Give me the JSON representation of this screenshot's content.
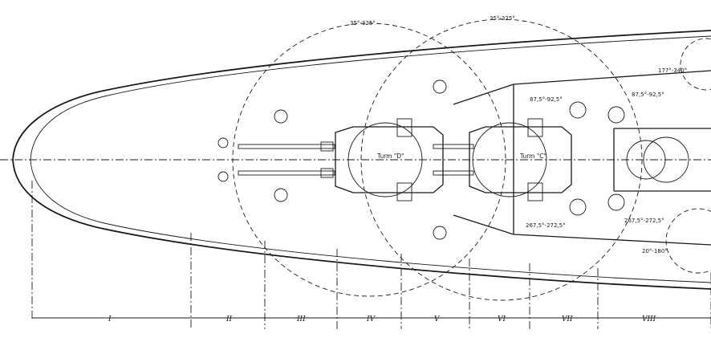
{
  "turrets": {
    "d_label": "Turm \"D\"",
    "c_label": "Turm \"C\""
  },
  "arcs": {
    "arc_d": "35°-325°",
    "arc_c": "35°-325°",
    "a1": "177°-340°",
    "a2": "87,5°-92,5°",
    "a3": "87,5°-92,5°",
    "a4": "267,5°-272,5°",
    "a5": "267,5°-272,5°",
    "a6": "20°-180°"
  },
  "sections": [
    "I",
    "II",
    "III",
    "IV",
    "V",
    "VI",
    "VII",
    "VIII"
  ],
  "colors": {
    "ink": "#1a1a1a",
    "paper": "#ffffff"
  }
}
